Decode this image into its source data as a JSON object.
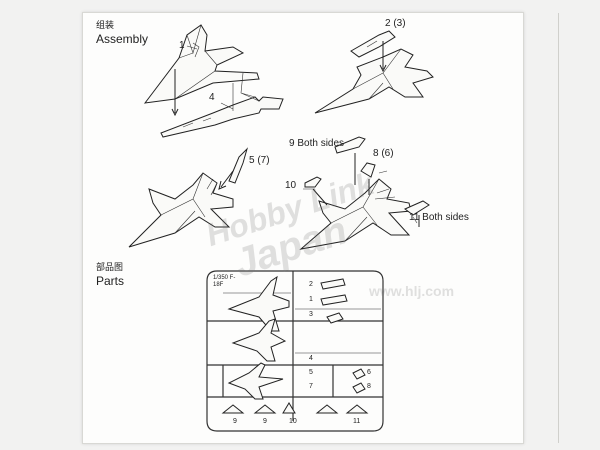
{
  "assembly": {
    "heading_cn": "组装",
    "heading_en": "Assembly",
    "callouts": [
      "1",
      "2 (3)",
      "4",
      "5 (7)",
      "9 Both sides",
      "8 (6)",
      "10",
      "11 Both sides"
    ]
  },
  "parts": {
    "heading_cn": "部品图",
    "heading_en": "Parts",
    "sprue_tag": "1/350 F-18F",
    "sprue_numbers": [
      "1",
      "2",
      "3",
      "4",
      "5",
      "6",
      "7",
      "8",
      "9",
      "9",
      "10",
      "11"
    ]
  },
  "watermark": {
    "line1": "Hobby Link",
    "line2": "Japan",
    "url": "www.hlj.com"
  }
}
